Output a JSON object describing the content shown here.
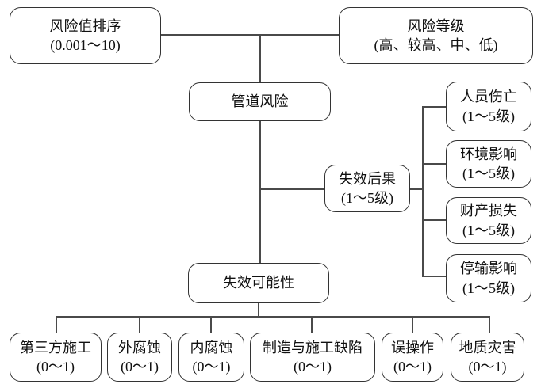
{
  "colors": {
    "background": "#ffffff",
    "box_border": "#333333",
    "connector": "#4a4a4a",
    "text": "#111111"
  },
  "nodes": {
    "risk_rank": {
      "line1": "风险值排序",
      "line2": "(0.001～10)"
    },
    "risk_level": {
      "line1": "风险等级",
      "line2": "(高、较高、中、低)"
    },
    "pipeline_risk": {
      "line1": "管道风险"
    },
    "failure_consequence": {
      "line1": "失效后果",
      "line2": "(1～5级)"
    },
    "casualty": {
      "line1": "人员伤亡",
      "line2": "(1～5级)"
    },
    "environment_impact": {
      "line1": "环境影响",
      "line2": "(1～5级)"
    },
    "property_loss": {
      "line1": "财产损失",
      "line2": "(1～5级)"
    },
    "shutdown_impact": {
      "line1": "停输影响",
      "line2": "(1～5级)"
    },
    "failure_likelihood": {
      "line1": "失效可能性"
    },
    "third_party": {
      "line1": "第三方施工",
      "line2": "(0～1)"
    },
    "external_corrosion": {
      "line1": "外腐蚀",
      "line2": "(0～1)"
    },
    "internal_corrosion": {
      "line1": "内腐蚀",
      "line2": "(0～1)"
    },
    "construction_defect": {
      "line1": "制造与施工缺陷",
      "line2": "(0～1)"
    },
    "misoperation": {
      "line1": "误操作",
      "line2": "(0～1)"
    },
    "geological_hazard": {
      "line1": "地质灾害",
      "line2": "(0～1)"
    }
  }
}
